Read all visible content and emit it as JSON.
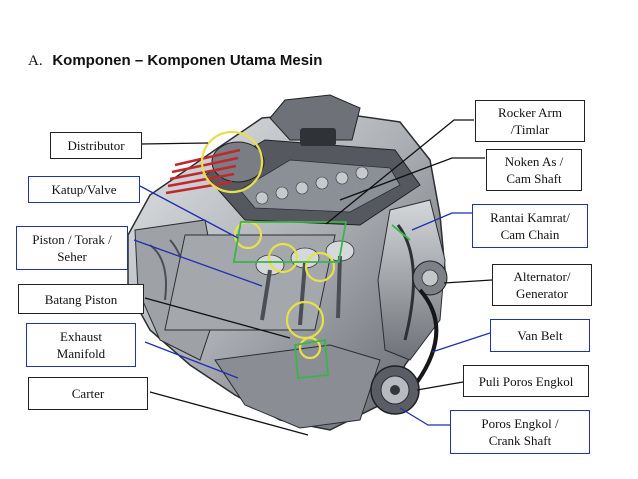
{
  "heading": {
    "section": "A.",
    "title": "Komponen – Komponen Utama Mesin"
  },
  "labels": {
    "distributor": "Distributor",
    "katup": "Katup/Valve",
    "piston": "Piston / Torak /\nSeher",
    "batang": "Batang Piston",
    "exhaust": "Exhaust\nManifold",
    "carter": "Carter",
    "rocker": "Rocker Arm\n/Timlar",
    "noken": "Noken As /\nCam Shaft",
    "rantai": "Rantai Kamrat/\nCam Chain",
    "alternator": "Alternator/\nGenerator",
    "vanbelt": "Van Belt",
    "puli": "Puli Poros Engkol",
    "poros": "Poros Engkol /\nCrank Shaft"
  },
  "colors": {
    "engine_body": "#b9bcc0",
    "engine_dark": "#3a3d42",
    "callout_black": "#111111",
    "callout_blue": "#1f2fb0",
    "highlight_yellow": "#e8e04a",
    "highlight_green": "#38b54a",
    "distributor_wires": "#c0282e"
  }
}
